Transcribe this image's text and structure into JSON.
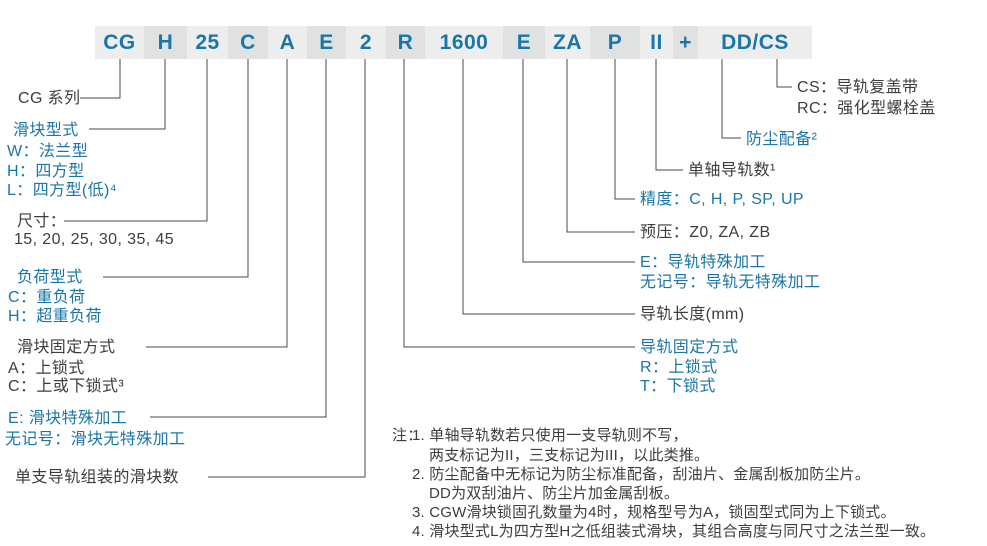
{
  "colors": {
    "accent_blue": "#1a76a8",
    "text_dark": "#3d3d3d",
    "line": "#4a4a4a",
    "cell_light": "#ededed",
    "cell_dark": "#e0e2e2"
  },
  "model_code": {
    "segments": [
      "CG",
      "H",
      "25",
      "C",
      "A",
      "E",
      "2",
      "R",
      "1600",
      "E",
      "ZA",
      "P",
      "II",
      "+",
      "DD/CS"
    ]
  },
  "left_labels": {
    "series": {
      "text": "CG 系列"
    },
    "block_type_title": {
      "text": "滑块型式"
    },
    "block_type_w": {
      "text": "W：法兰型"
    },
    "block_type_h": {
      "text": "H：四方型"
    },
    "block_type_l": {
      "text": "L：四方型(低)⁴"
    },
    "size_title": {
      "text": "尺寸："
    },
    "size_values": {
      "text": "15, 20, 25, 30, 35, 45"
    },
    "load_type_title": {
      "text": "负荷型式"
    },
    "load_type_c": {
      "text": "C：重负荷"
    },
    "load_type_h": {
      "text": "H：超重负荷"
    },
    "block_fix_title": {
      "text": "滑块固定方式"
    },
    "block_fix_a": {
      "text": "A：上锁式"
    },
    "block_fix_c": {
      "text": "C：上或下锁式³"
    },
    "block_special_e": {
      "text": "E: 滑块特殊加工"
    },
    "block_special_none": {
      "text": "无记号：滑块无特殊加工"
    },
    "blocks_per_rail": {
      "text": "单支导轨组装的滑块数"
    }
  },
  "right_labels": {
    "cover_cs": {
      "text": "CS：导轨复盖带"
    },
    "cover_rc": {
      "text": "RC：强化型螺栓盖"
    },
    "dust_proof": {
      "text": "防尘配备²"
    },
    "rail_count": {
      "text": "单轴导轨数¹"
    },
    "accuracy": {
      "text": "精度：C, H, P, SP, UP"
    },
    "preload": {
      "text": "预压：Z0, ZA, ZB"
    },
    "rail_special_e": {
      "text": "E：导轨特殊加工"
    },
    "rail_special_none": {
      "text": "无记号：导轨无特殊加工"
    },
    "rail_length": {
      "text": "导轨长度(mm)"
    },
    "rail_fix_title": {
      "text": "导轨固定方式"
    },
    "rail_fix_r": {
      "text": "R：上锁式"
    },
    "rail_fix_t": {
      "text": "T：下锁式"
    }
  },
  "notes": {
    "prefix": "注：",
    "lines": [
      "1. 单轴导轨数若只使用一支导轨则不写，",
      "两支标记为II，三支标记为III，以此类推。",
      "2. 防尘配备中无标记为防尘标准配备，刮油片、金属刮板加防尘片。",
      "DD为双刮油片、防尘片加金属刮板。",
      "3. CGW滑块锁固孔数量为4时，规格型号为A，锁固型式同为上下锁式。",
      "4. 滑块型式L为四方型H之低组装式滑块，其组合高度与同尺寸之法兰型一致。"
    ]
  }
}
